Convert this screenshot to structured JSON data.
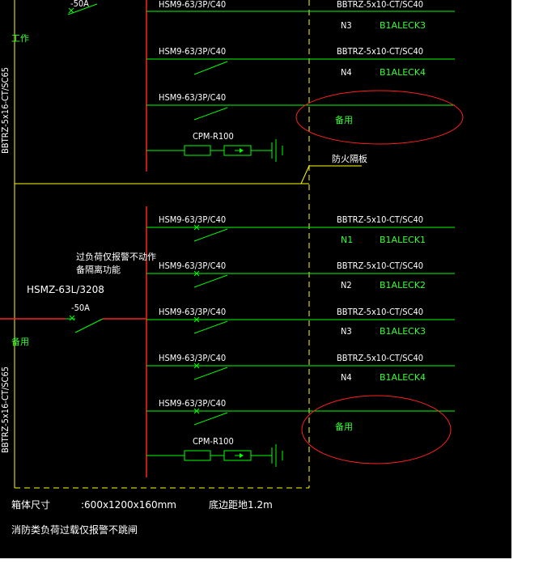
{
  "top_section": {
    "main_rating": "-50A",
    "work_label": "工作",
    "cable_vertical": "BBTRZ-5x16-CT/SC65",
    "circuits": [
      {
        "breaker": "HSM9-63/3P/C40",
        "cable": "BBTRZ-5x10-CT/SC40",
        "circuit_no": "N3",
        "load": "B1ALECK3"
      },
      {
        "breaker": "HSM9-63/3P/C40",
        "cable": "BBTRZ-5x10-CT/SC40",
        "circuit_no": "N4",
        "load": "B1ALECK4"
      },
      {
        "breaker": "HSM9-63/3P/C40",
        "spare": "备用"
      }
    ],
    "surge": "CPM-R100",
    "fire_damper": "防火隔板"
  },
  "bottom_section": {
    "note": [
      "过负荷仅报警不动作",
      "备隔离功能"
    ],
    "main_breaker": "HSMZ-63L/3208",
    "main_rating": "-50A",
    "spare_label": "备用",
    "cable_vertical": "BBTRZ-5x16-CT/SC65",
    "circuits": [
      {
        "breaker": "HSM9-63/3P/C40",
        "cable": "BBTRZ-5x10-CT/SC40",
        "circuit_no": "N1",
        "load": "B1ALECK1"
      },
      {
        "breaker": "HSM9-63/3P/C40",
        "cable": "BBTRZ-5x10-CT/SC40",
        "circuit_no": "N2",
        "load": "B1ALECK2"
      },
      {
        "breaker": "HSM9-63/3P/C40",
        "cable": "BBTRZ-5x10-CT/SC40",
        "circuit_no": "N3",
        "load": "B1ALECK3"
      },
      {
        "breaker": "HSM9-63/3P/C40",
        "cable": "BBTRZ-5x10-CT/SC40",
        "circuit_no": "N4",
        "load": "B1ALECK4"
      },
      {
        "breaker": "HSM9-63/3P/C40",
        "spare": "备用"
      }
    ],
    "surge": "CPM-R100"
  },
  "footer": {
    "box_size_label": "箱体尺寸",
    "box_size_value": ":600x1200x160mm",
    "bottom_height": "底边距地1.2m",
    "note": "消防类负荷过载仅报警不跳闸"
  }
}
